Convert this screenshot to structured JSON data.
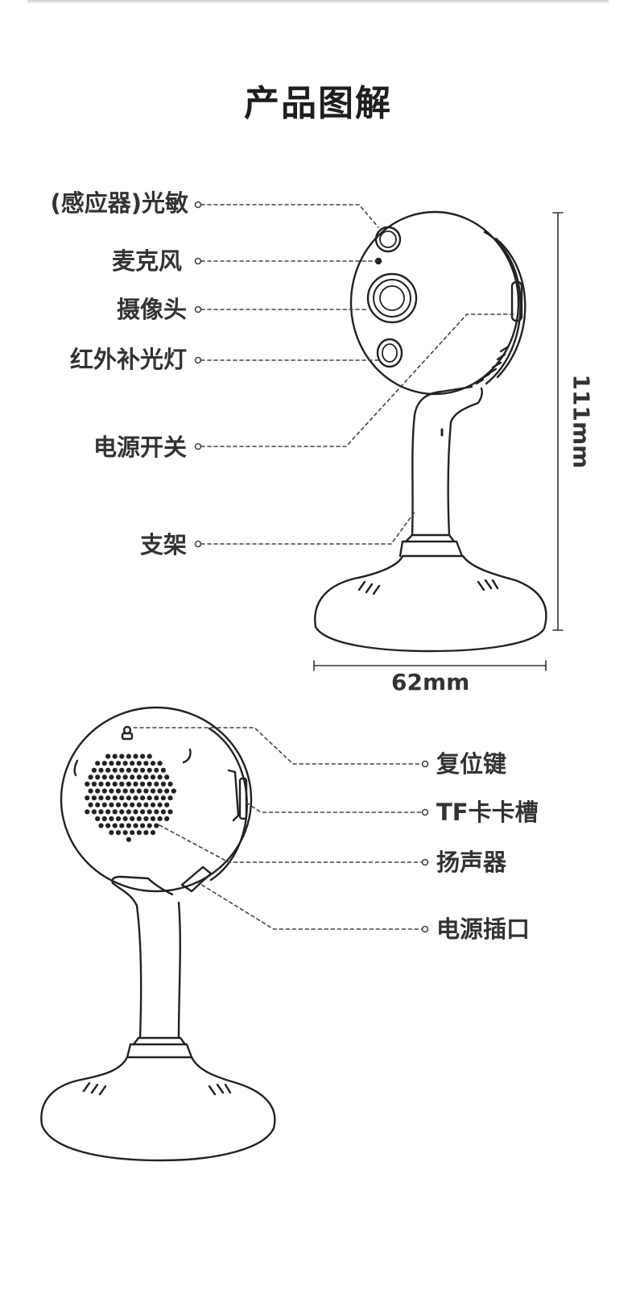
{
  "title": "产品图解",
  "front_labels": {
    "sensor": "(感应器)光敏",
    "microphone": "麦克风",
    "camera": "摄像头",
    "ir_light": "红外补光灯",
    "power_switch": "电源开关",
    "stand": "支架"
  },
  "dimensions": {
    "height": "111mm",
    "width": "62mm"
  },
  "back_labels": {
    "reset": "复位键",
    "tf_slot": "TF卡卡槽",
    "speaker": "扬声器",
    "power_port": "电源插口"
  }
}
